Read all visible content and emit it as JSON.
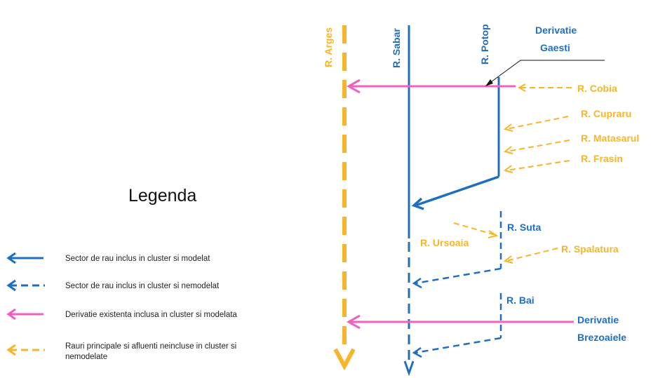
{
  "colors": {
    "blue": "#1f6fc1",
    "pink": "#f25ec2",
    "orange": "#f7b52b"
  },
  "legend": {
    "title": "Legenda",
    "items": [
      {
        "style": "solid-blue",
        "text": "Sector de rau inclus in cluster si modelat"
      },
      {
        "style": "dashed-blue",
        "text": "Sector de rau inclus in cluster si nemodelat"
      },
      {
        "style": "solid-pink",
        "text": "Derivatie existenta inclusa in cluster si modelata"
      },
      {
        "style": "dashed-orange",
        "text": "Rauri principale si afluenti neincluse in cluster si",
        "text2": "nemodelate"
      }
    ]
  },
  "rivers": {
    "arges": "R. Arges",
    "sabar": "R. Sabar",
    "potop": "R. Potop"
  },
  "derivations": {
    "gaesti_line1": "Derivatie",
    "gaesti_line2": "Gaesti",
    "brezoaiele_line1": "Derivatie",
    "brezoaiele_line2": "Brezoaiele"
  },
  "tributaries": {
    "cobia": "R. Cobia",
    "cupraru": "R. Cupraru",
    "matasarul": "R. Matasarul",
    "frasin": "R. Frasin",
    "suta": "R. Suta",
    "ursoaia": "R. Ursoaia",
    "spalatura": "R. Spalatura",
    "bai": "R. Bai"
  }
}
